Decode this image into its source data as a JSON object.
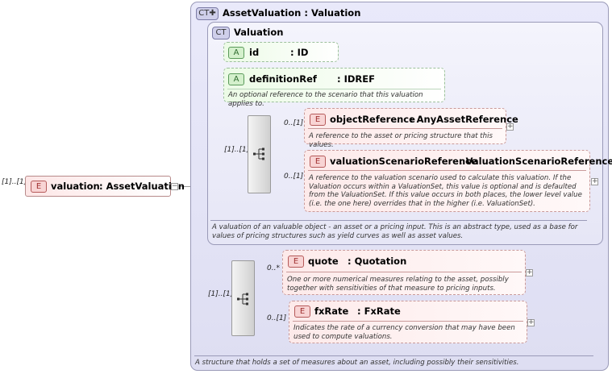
{
  "root": {
    "cardinality": "[1]..[1]",
    "badge": "E",
    "name": "valuation",
    "type": ": AssetValuation"
  },
  "asset_valuation": {
    "badge": "CT",
    "title": "AssetValuation : Valuation",
    "description": "A structure that holds a set of measures about an asset, including possibly their sensitivities."
  },
  "valuation": {
    "badge": "CT",
    "title": "Valuation",
    "description": "A valuation of an valuable object - an asset or a pricing input. This is an abstract type, used as a base for values of pricing structures such as yield curves as well as asset values."
  },
  "attr_id": {
    "badge": "A",
    "name": "id",
    "type": ": ID"
  },
  "attr_defref": {
    "badge": "A",
    "name": "definitionRef",
    "type": ": IDREF",
    "description": "An optional reference to the scenario that this valuation applies to."
  },
  "seq1": {
    "cardinality": "[1]..[1]"
  },
  "object_reference": {
    "cardinality": "0..[1]",
    "badge": "E",
    "name": "objectReference",
    "type": ": AnyAssetReference",
    "description": "A reference to the asset or pricing structure that this values."
  },
  "scenario_reference": {
    "cardinality": "0..[1]",
    "badge": "E",
    "name": "valuationScenarioReference",
    "type": ": ValuationScenarioReference",
    "description": "A reference to the valuation scenario used to calculate this valuation. If the Valuation occurs within a ValuationSet, this value is optional and is defaulted from the ValuationSet. If this value occurs in both places, the lower level value (i.e. the one here) overrides that in the higher (i.e. ValuationSet)."
  },
  "seq2": {
    "cardinality": "[1]..[1]"
  },
  "quote": {
    "cardinality": "0..*",
    "badge": "E",
    "name": "quote",
    "type": ": Quotation",
    "description": "One or more numerical measures relating to the asset, possibly together with sensitivities of that measure to pricing inputs."
  },
  "fx_rate": {
    "cardinality": "0..[1]",
    "badge": "E",
    "name": "fxRate",
    "type": ": FxRate",
    "description": "Indicates the rate of a currency conversion that may have been used to compute valuations."
  }
}
